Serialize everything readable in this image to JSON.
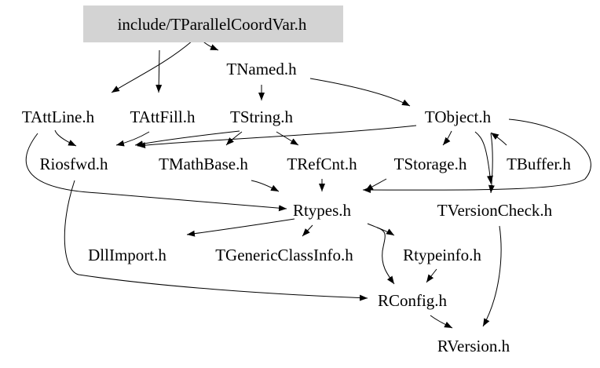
{
  "graph": {
    "nodes": [
      {
        "id": "root",
        "label": "include/TParallelCoordVar.h",
        "highlighted": true
      },
      {
        "id": "tnamed",
        "label": "TNamed.h"
      },
      {
        "id": "tattline",
        "label": "TAttLine.h"
      },
      {
        "id": "tattfill",
        "label": "TAttFill.h"
      },
      {
        "id": "tstring",
        "label": "TString.h"
      },
      {
        "id": "tobject",
        "label": "TObject.h"
      },
      {
        "id": "riosfwd",
        "label": "Riosfwd.h"
      },
      {
        "id": "tmathbase",
        "label": "TMathBase.h"
      },
      {
        "id": "trefcnt",
        "label": "TRefCnt.h"
      },
      {
        "id": "tstorage",
        "label": "TStorage.h"
      },
      {
        "id": "tbuffer",
        "label": "TBuffer.h"
      },
      {
        "id": "rtypes",
        "label": "Rtypes.h"
      },
      {
        "id": "tversioncheck",
        "label": "TVersionCheck.h"
      },
      {
        "id": "dllimport",
        "label": "DllImport.h"
      },
      {
        "id": "tgenericclassinfo",
        "label": "TGenericClassInfo.h"
      },
      {
        "id": "rtypeinfo",
        "label": "Rtypeinfo.h"
      },
      {
        "id": "rconfig",
        "label": "RConfig.h"
      },
      {
        "id": "rversion",
        "label": "RVersion.h"
      }
    ],
    "edges": [
      {
        "from": "root",
        "to": "tnamed"
      },
      {
        "from": "root",
        "to": "tattline"
      },
      {
        "from": "root",
        "to": "tattfill"
      },
      {
        "from": "tnamed",
        "to": "tstring"
      },
      {
        "from": "tnamed",
        "to": "tobject"
      },
      {
        "from": "tattline",
        "to": "riosfwd"
      },
      {
        "from": "tattline",
        "to": "rtypes"
      },
      {
        "from": "tattfill",
        "to": "riosfwd"
      },
      {
        "from": "tstring",
        "to": "riosfwd"
      },
      {
        "from": "tstring",
        "to": "tmathbase"
      },
      {
        "from": "tstring",
        "to": "trefcnt"
      },
      {
        "from": "tobject",
        "to": "riosfwd"
      },
      {
        "from": "tobject",
        "to": "tstorage"
      },
      {
        "from": "tobject",
        "to": "tbuffer"
      },
      {
        "from": "tbuffer",
        "to": "tobject"
      },
      {
        "from": "tobject",
        "to": "tversioncheck"
      },
      {
        "from": "tobject",
        "to": "rtypes"
      },
      {
        "from": "tmathbase",
        "to": "rtypes"
      },
      {
        "from": "trefcnt",
        "to": "rtypes"
      },
      {
        "from": "tstorage",
        "to": "rtypes"
      },
      {
        "from": "riosfwd",
        "to": "rconfig"
      },
      {
        "from": "rtypes",
        "to": "dllimport"
      },
      {
        "from": "rtypes",
        "to": "tgenericclassinfo"
      },
      {
        "from": "rtypes",
        "to": "rtypeinfo"
      },
      {
        "from": "rtypes",
        "to": "rconfig"
      },
      {
        "from": "rtypeinfo",
        "to": "rconfig"
      },
      {
        "from": "rconfig",
        "to": "rversion"
      },
      {
        "from": "tversioncheck",
        "to": "rversion"
      }
    ]
  }
}
